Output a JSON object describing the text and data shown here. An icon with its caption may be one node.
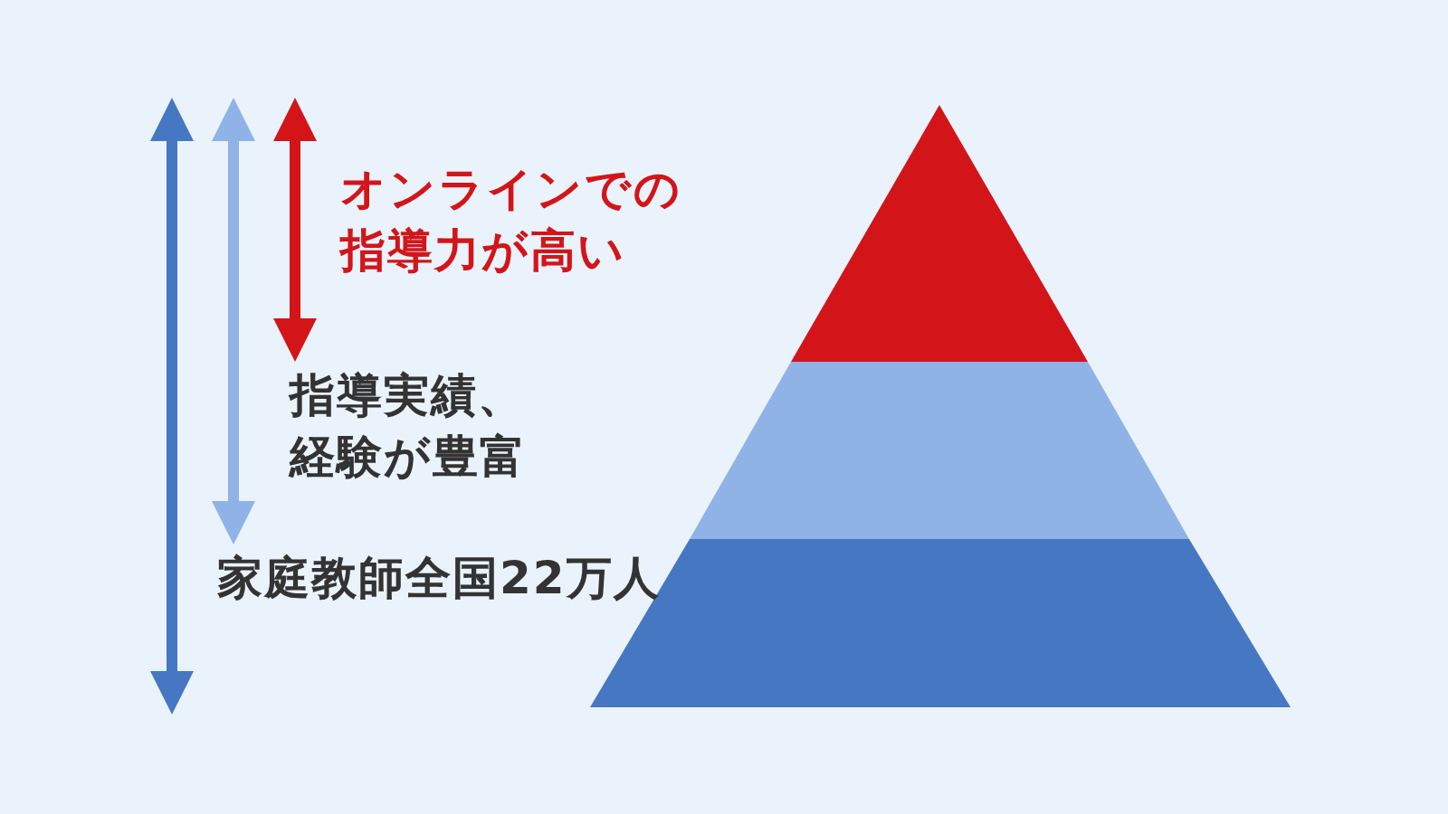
{
  "diagram": {
    "labels": [
      "オンラインでの指導力が高い",
      "指導実績、経験が豊富",
      "家庭教師全国22万人"
    ]
  }
}
